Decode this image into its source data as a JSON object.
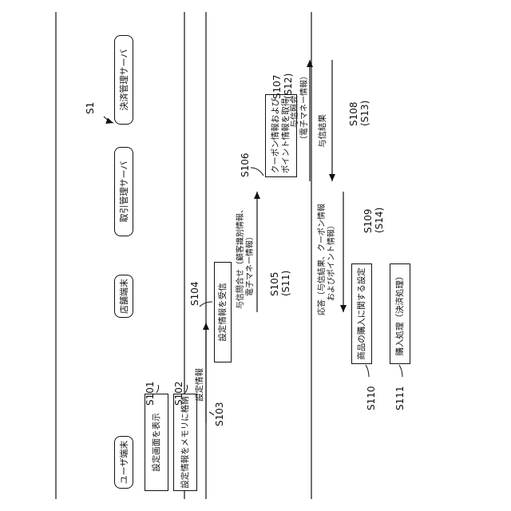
{
  "diagram_label": "S1",
  "actors": {
    "user": "ユーザ端末",
    "store": "店舗端末",
    "transaction": "取引管理サーバ",
    "payment": "決済管理サーバ"
  },
  "boxes": {
    "s101": "設定画面を表示",
    "s102": "設定情報をメモリに格納",
    "s104": "設定情報を受信",
    "s106_line1": "クーポン情報および",
    "s106_line2": "ポイント情報を取得",
    "s110": "商品の購入に関する設定",
    "s111": "購入処理（決済処理）"
  },
  "messages": {
    "m103": "設定情報",
    "m105_line1": "与信問合せ（顧客識別情報、",
    "m105_line2": "電子マネー情報）",
    "m107_line1": "与信照会",
    "m107_line2": "（電子マネー情報）",
    "m108": "与信結果",
    "m109_line1": "応答（与信結果、クーポン情報",
    "m109_line2": "およびポイント情報）"
  },
  "steps": {
    "s101": "S101",
    "s102": "S102",
    "s103": "S103",
    "s104": "S104",
    "s105a": "S105",
    "s105b": "(S11)",
    "s106": "S106",
    "s107a": "S107",
    "s107b": "(S12)",
    "s108a": "S108",
    "s108b": "(S13)",
    "s109a": "S109",
    "s109b": "(S14)",
    "s110": "S110",
    "s111": "S111"
  }
}
